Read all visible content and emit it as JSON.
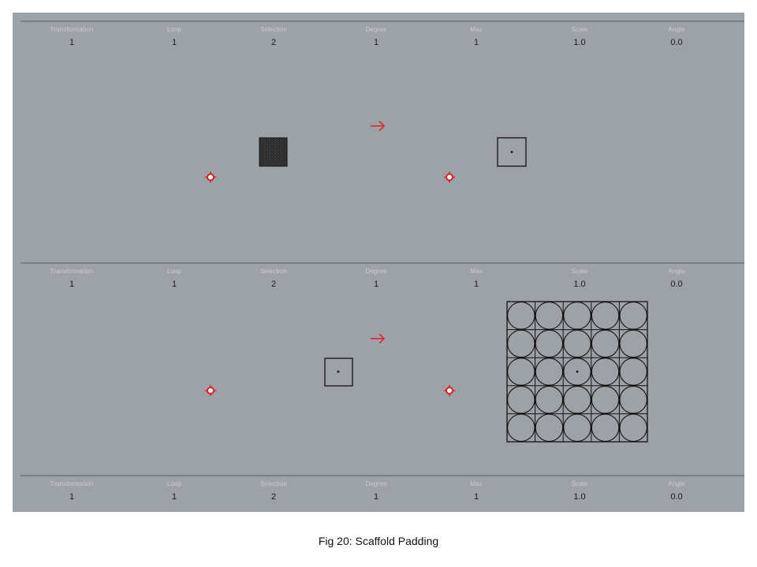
{
  "rows": [
    {
      "labels": [
        "Transformation",
        "Loop",
        "Selection",
        "Degree",
        "Max",
        "Scale",
        "Angle"
      ],
      "values": [
        "1",
        "1",
        "2",
        "1",
        "1",
        "1.0",
        "0.0"
      ]
    },
    {
      "labels": [
        "Transformation",
        "Loop",
        "Selection",
        "Degree",
        "Max",
        "Scale",
        "Angle"
      ],
      "values": [
        "1",
        "1",
        "2",
        "1",
        "1",
        "1.0",
        "0.0"
      ]
    },
    {
      "labels": [
        "Transformation",
        "Loop",
        "Selection",
        "Degree",
        "Max",
        "Scale",
        "Angle"
      ],
      "values": [
        "1",
        "1",
        "2",
        "1",
        "1",
        "1.0",
        "0.0"
      ]
    }
  ],
  "caption": "Fig 20: Scaffold Padding",
  "colors": {
    "panel": "#9da2a8",
    "marker": "#e02020",
    "arrow": "#e02020",
    "shape": "#111111"
  },
  "grid": {
    "rows": 5,
    "cols": 5
  }
}
